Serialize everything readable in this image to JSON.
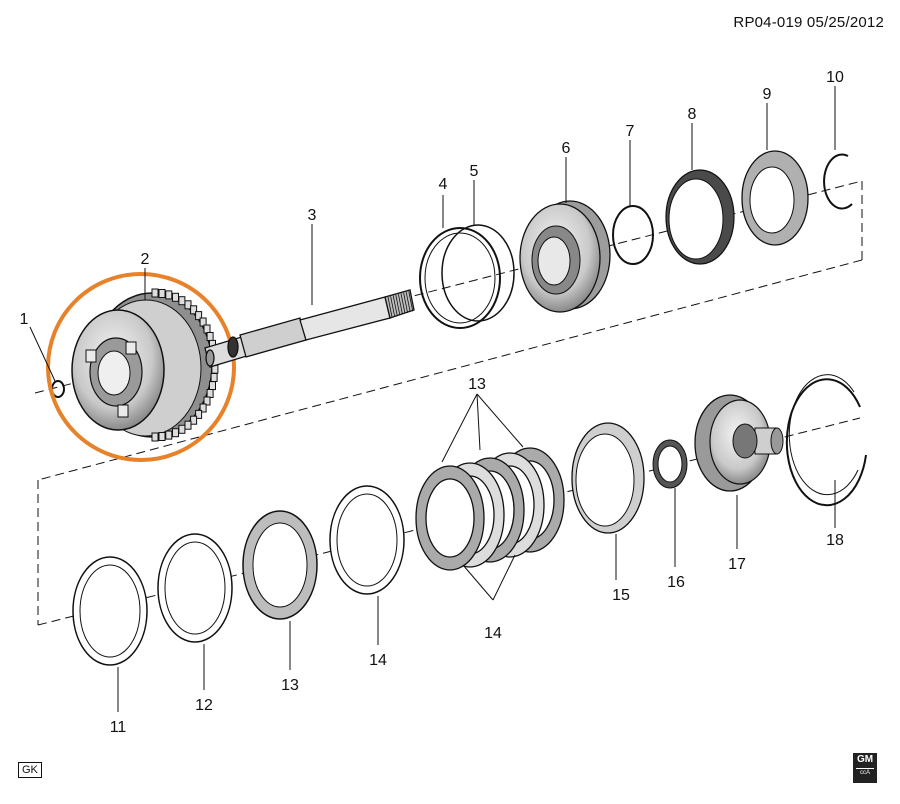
{
  "header": {
    "ref_code": "RP04-019  05/25/2012"
  },
  "footer": {
    "left_tag": "GK",
    "logo_text": "GM",
    "logo_sub": "ccA"
  },
  "colors": {
    "highlight": "#E8822A",
    "ink": "#1a1a1a"
  },
  "callouts": {
    "c1": "1",
    "c2": "2",
    "c3": "3",
    "c4": "4",
    "c5": "5",
    "c6": "6",
    "c7": "7",
    "c8": "8",
    "c9": "9",
    "c10": "10",
    "c11": "11",
    "c12": "12",
    "c13a": "13",
    "c13b": "13",
    "c14a": "14",
    "c14b": "14",
    "c15": "15",
    "c16": "16",
    "c17": "17",
    "c18": "18"
  }
}
